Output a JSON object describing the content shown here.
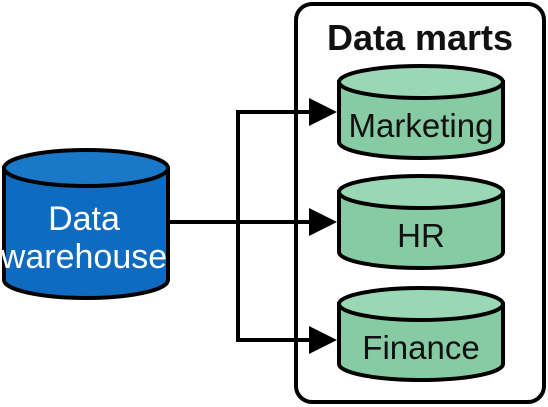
{
  "colors": {
    "warehouse_fill": "#0f6bbf",
    "warehouse_stroke": "#000000",
    "warehouse_text": "#ffffff",
    "mart_fill": "#86cba4",
    "mart_top_fill": "#9ad7b4",
    "mart_stroke": "#000000",
    "connector": "#000000",
    "container_stroke": "#000000"
  },
  "warehouse": {
    "line1": "Data",
    "line2": "warehouse"
  },
  "data_marts": {
    "title": "Data marts",
    "items": [
      {
        "label": "Marketing"
      },
      {
        "label": "HR"
      },
      {
        "label": "Finance"
      }
    ]
  }
}
